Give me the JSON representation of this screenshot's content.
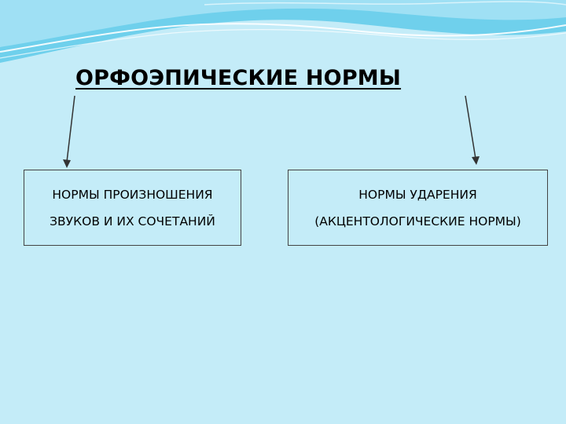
{
  "slide": {
    "title": "ОРФОЭПИЧЕСКИЕ НОРМЫ",
    "background_color": "#c4ecf8",
    "wave_colors": [
      "#6fd0ec",
      "#9fe0f4",
      "#ffffff"
    ]
  },
  "boxes": {
    "left": {
      "line1": "НОРМЫ ПРОИЗНОШЕНИЯ",
      "line2": "ЗВУКОВ И ИХ СОЧЕТАНИЙ"
    },
    "right": {
      "line1": "НОРМЫ УДАРЕНИЯ",
      "line2": "(АКЦЕНТОЛОГИЧЕСКИЕ НОРМЫ)"
    }
  }
}
